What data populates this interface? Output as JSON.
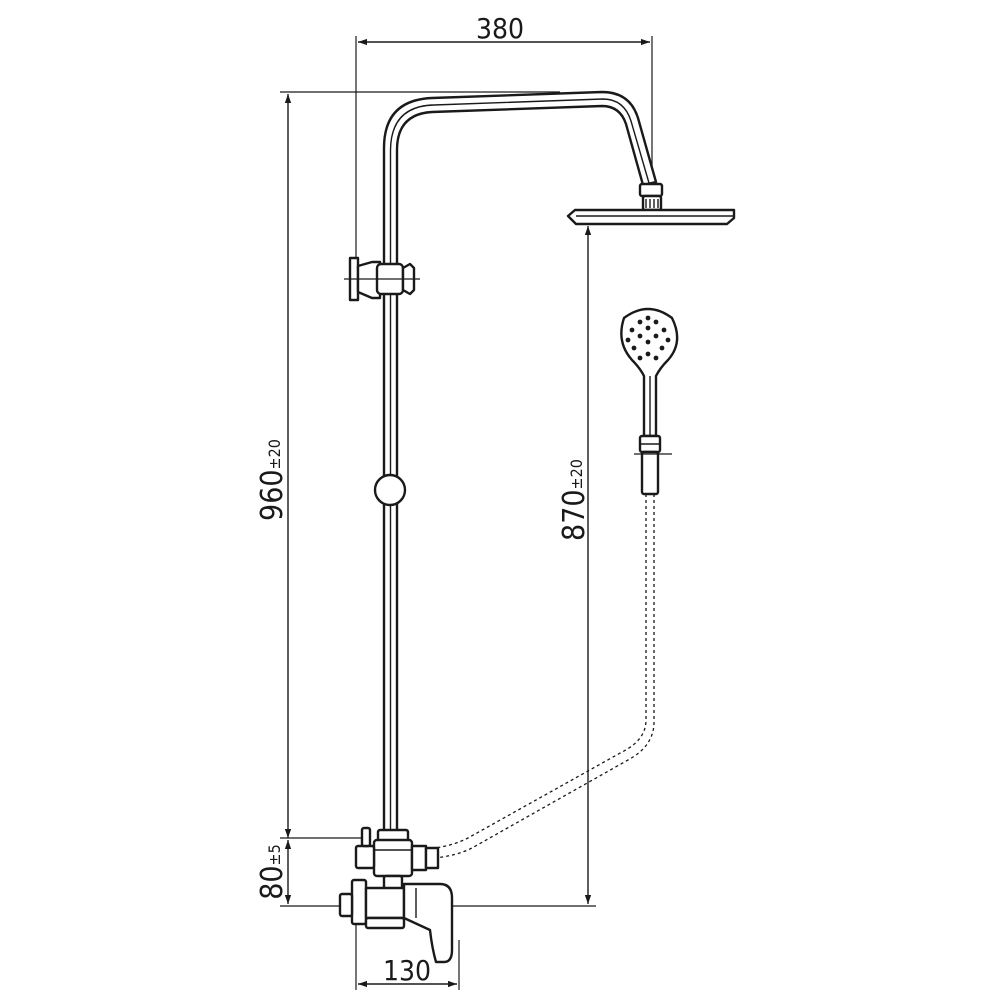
{
  "dimensions": {
    "width_top": "380",
    "total_height": "960",
    "total_height_tol": "±20",
    "shower_height": "870",
    "shower_height_tol": "±20",
    "mixer_height": "80",
    "mixer_height_tol": "±5",
    "mixer_width": "130"
  },
  "colors": {
    "line": "#1a1a1a",
    "background": "#ffffff"
  }
}
